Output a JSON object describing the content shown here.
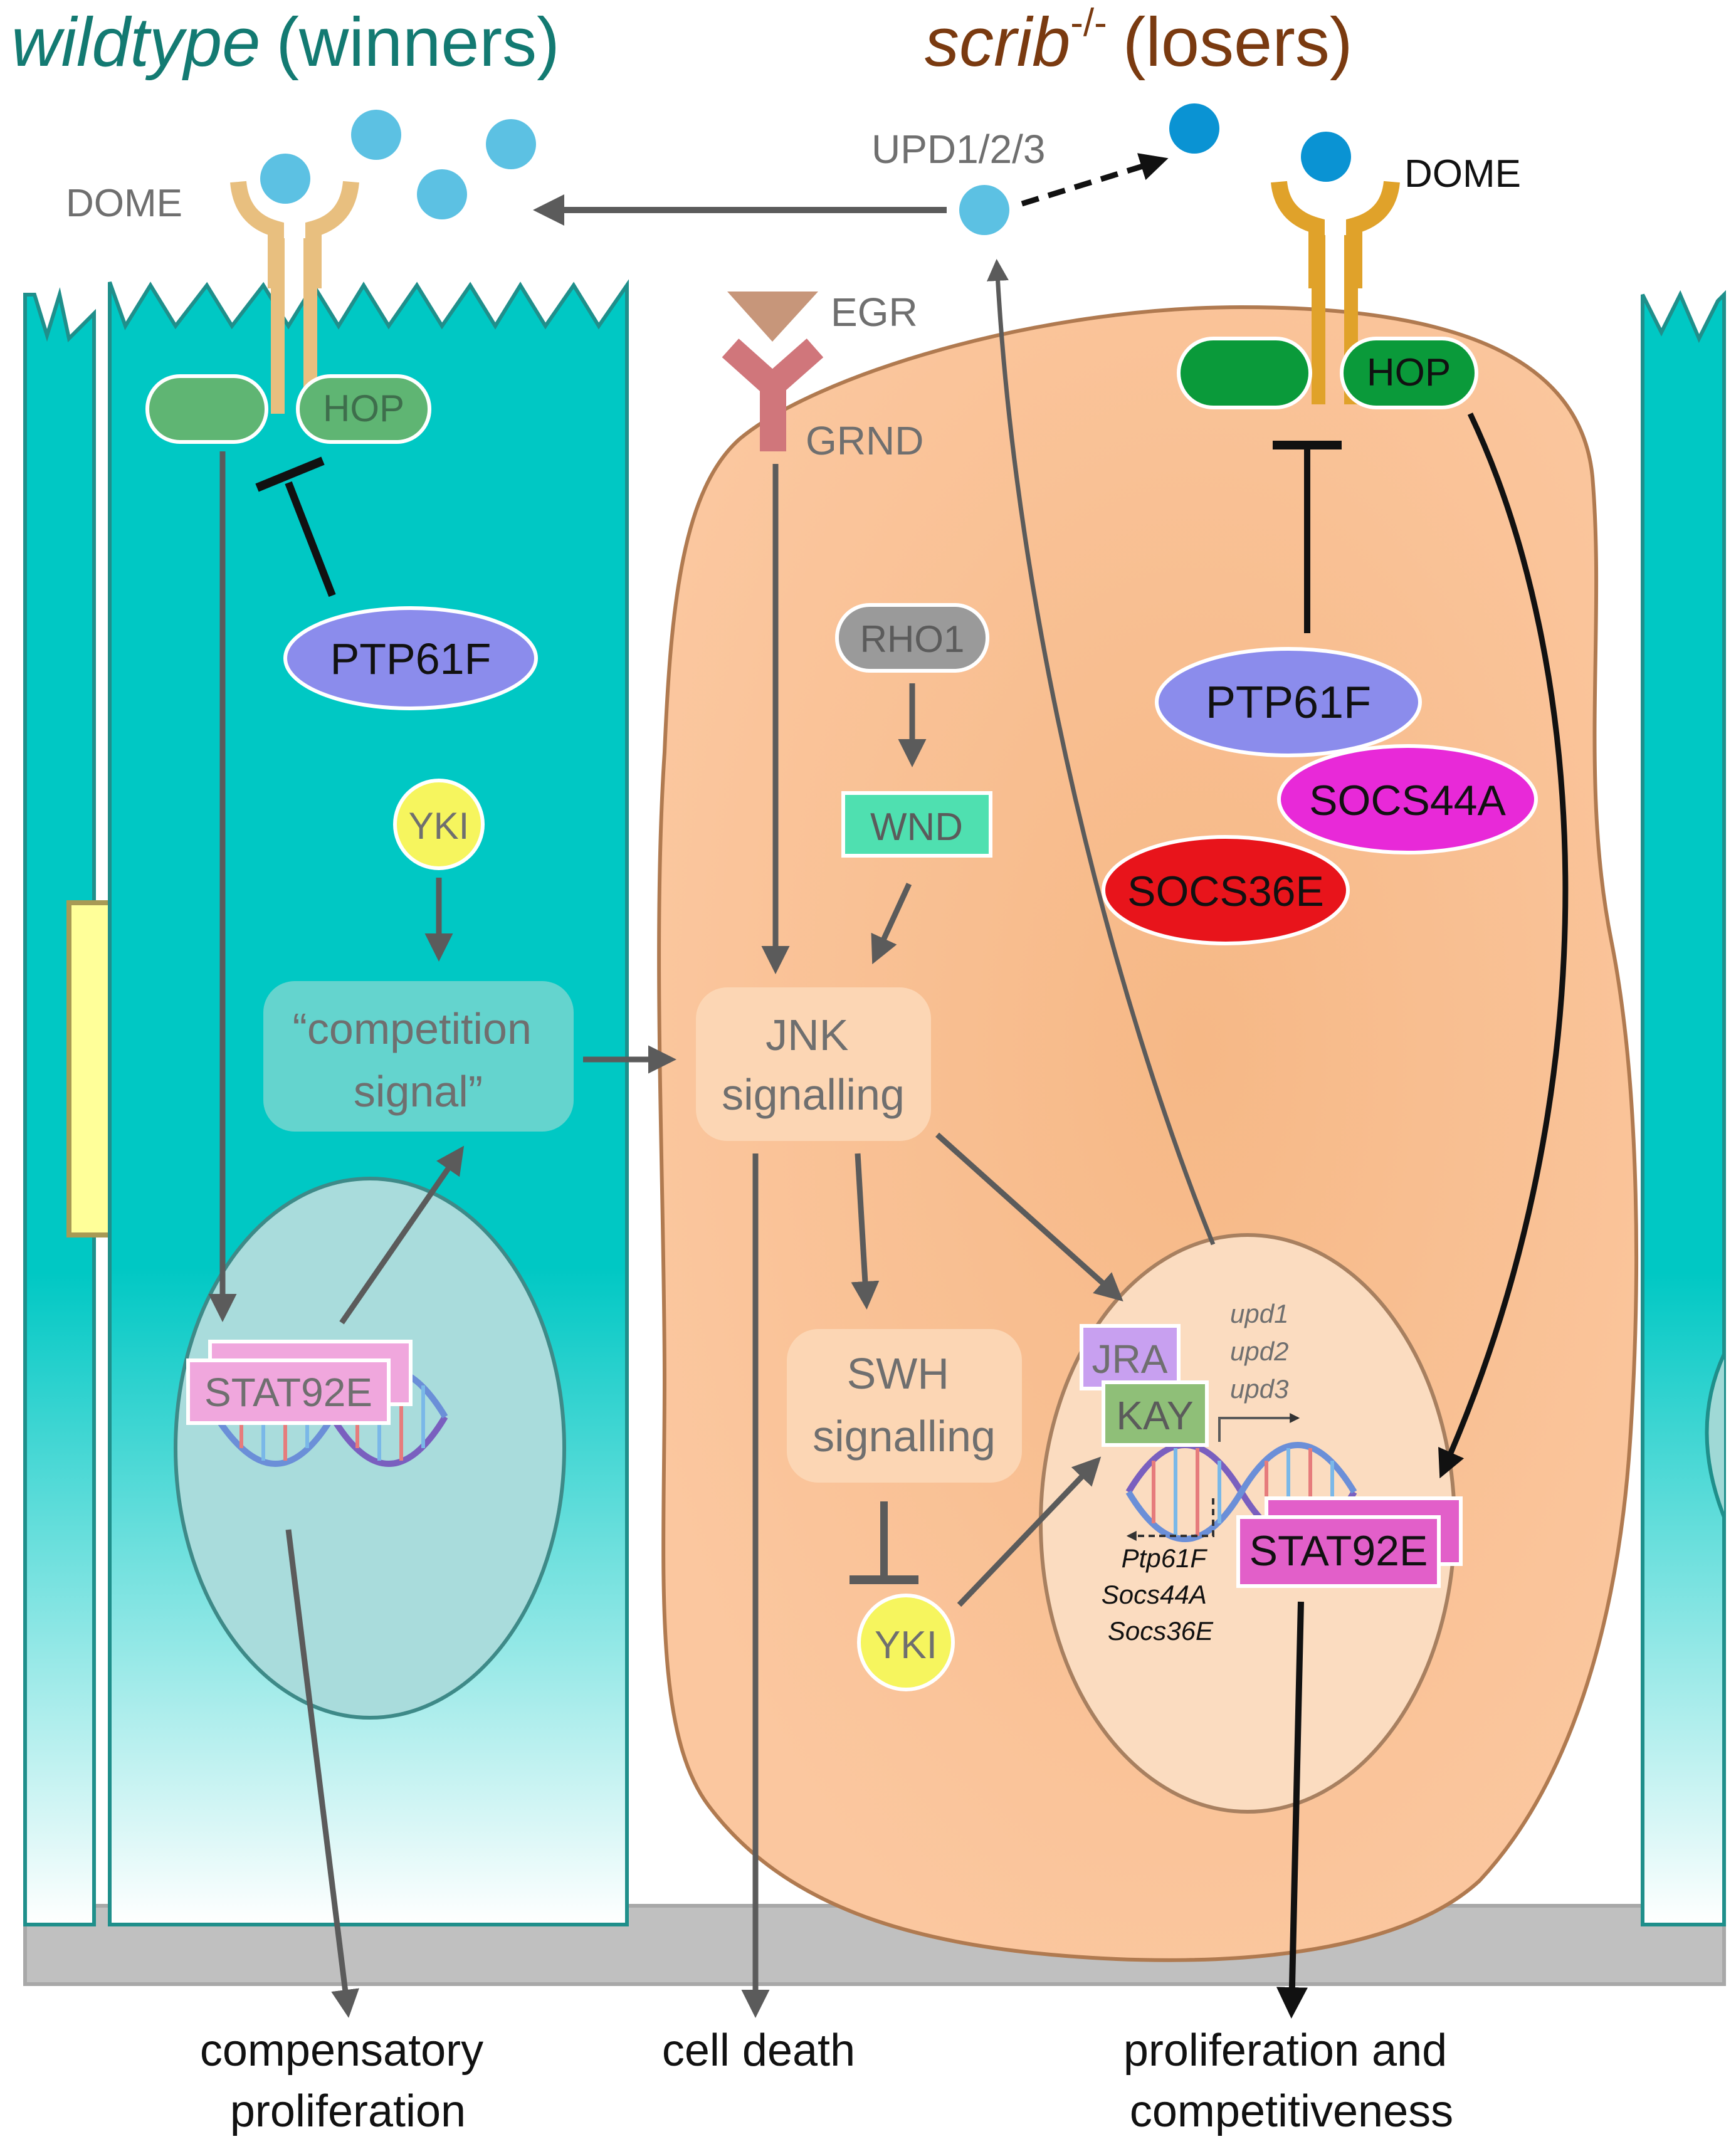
{
  "titles": {
    "wildtype_word": "wildtype",
    "wildtype_suffix": "(winners)",
    "scrib_word": "scrib",
    "scrib_sup": "-/-",
    "scrib_suffix": "(losers)"
  },
  "ligand": {
    "label": "UPD1/2/3"
  },
  "winner": {
    "receptor_label": "DOME",
    "kinase_label": "HOP",
    "phosphatase_label": "PTP61F",
    "yki_label": "YKI",
    "competition_signal": [
      "“competition",
      "signal”"
    ],
    "stat_label": "STAT92E",
    "outcome": [
      "compensatory",
      "proliferation"
    ]
  },
  "loser": {
    "receptor_label": "DOME",
    "kinase_label": "HOP",
    "egr_label": "EGR",
    "grnd_label": "GRND",
    "rho1_label": "RHO1",
    "wnd_label": "WND",
    "jnk_label": [
      "JNK",
      "signalling"
    ],
    "swh_label": [
      "SWH",
      "signalling"
    ],
    "yki_label": "YKI",
    "ptp61f_label": "PTP61F",
    "socs44a_label": "SOCS44A",
    "socs36e_label": "SOCS36E",
    "jra_label": "JRA",
    "kay_label": "KAY",
    "stat_label": "STAT92E",
    "upd_genes": [
      "upd1",
      "upd2",
      "upd3"
    ],
    "feedback_genes": [
      "Ptp61F",
      "Socs44A",
      "Socs36E"
    ],
    "outcome_death": "cell death",
    "outcome_prolif": [
      "proliferation and",
      "competitiveness"
    ]
  },
  "colors": {
    "winner_text": "#137a72",
    "loser_text": "#7a3a10",
    "winner_cell": "#00c8c4",
    "loser_cell": "#f9c49a",
    "ligand": "#5cc1e3",
    "ligand_bound": "#0a93d3",
    "stat": "#e25fc9",
    "ptp61f": "#8b8cec",
    "socs44a": "#e829d8",
    "socs36e": "#e8141b",
    "yki": "#f6f55e",
    "wnd": "#4fe0b0",
    "hop": "#0a9a3a",
    "membrane_bar": "#c0c0c0"
  }
}
